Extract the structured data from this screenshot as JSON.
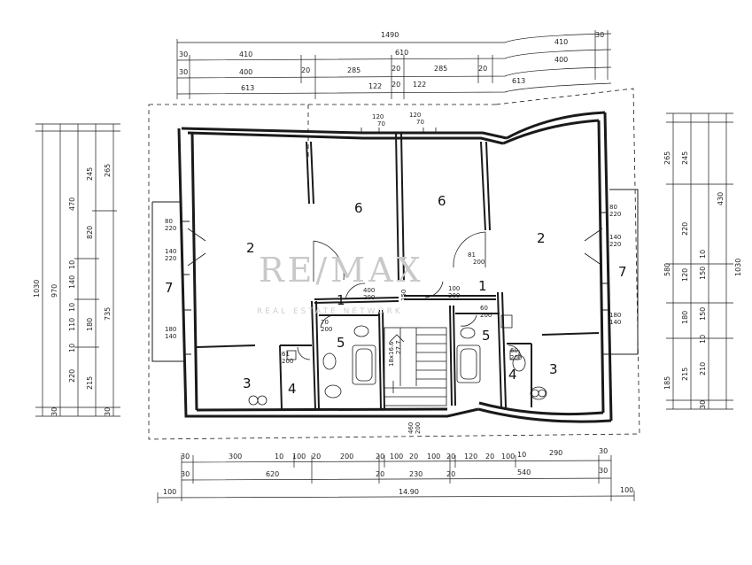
{
  "watermark": {
    "brand": "RE/MAX",
    "tagline": "REAL ESTATE NETWORK"
  },
  "dims": {
    "top_total": "1490",
    "top_l1": "30",
    "top_l2": "410",
    "top_l3": "610",
    "top_l4": "410",
    "top_l5": "30",
    "top_m1": "30",
    "top_m2": "400",
    "top_m3": "20",
    "top_m4": "285",
    "top_m5": "20",
    "top_m6": "285",
    "top_m7": "20",
    "top_m8": "400",
    "top_n1": "613",
    "top_n2": "122",
    "top_n3": "20",
    "top_n4": "122",
    "top_n5": "613",
    "left_1": "1030",
    "left_2": "970",
    "left_3": "735",
    "left_4": "265",
    "left_5": "245",
    "left_6": "470",
    "left_7": "820",
    "left_8": "10",
    "left_9": "140",
    "left_10": "10",
    "left_11": "110",
    "left_12": "180",
    "left_13": "10",
    "left_14": "220",
    "left_15": "215",
    "left_16": "30",
    "left_17": "30",
    "right_1": "1030",
    "right_2": "580",
    "right_3": "265",
    "right_4": "245",
    "right_5": "430",
    "right_6": "220",
    "right_7": "10",
    "right_8": "150",
    "right_9": "120",
    "right_10": "150",
    "right_11": "180",
    "right_12": "10",
    "right_13": "210",
    "right_14": "215",
    "right_15": "185",
    "right_16": "30",
    "bot_a1": "30",
    "bot_a2": "300",
    "bot_a3": "10",
    "bot_a4": "100",
    "bot_a5": "20",
    "bot_a6": "200",
    "bot_a7": "20",
    "bot_a8": "100",
    "bot_a9": "20",
    "bot_a10": "100",
    "bot_a11": "20",
    "bot_a12": "120",
    "bot_a13": "20",
    "bot_a14": "100",
    "bot_a15": "10",
    "bot_a16": "290",
    "bot_a17": "30",
    "bot_b1": "30",
    "bot_b2": "620",
    "bot_b3": "20",
    "bot_b4": "230",
    "bot_b5": "20",
    "bot_b6": "540",
    "bot_b7": "30",
    "bot_c1": "100",
    "bot_c2": "14.90",
    "bot_c3": "100"
  },
  "rooms": {
    "r2_left": "2",
    "r6_left": "6",
    "r6_right": "6",
    "r2_right": "2",
    "r7_left": "7",
    "r7_right": "7",
    "r1_left": "1",
    "r1_right": "1",
    "r5_left": "5",
    "r5_right": "5",
    "r3_left": "3",
    "r3_right": "3",
    "r4_left": "4",
    "r4_right": "4"
  },
  "doors": {
    "d1": "80",
    "d1b": "220",
    "d2": "140",
    "d2b": "220",
    "d3": "180",
    "d3b": "140",
    "d4": "120",
    "d4b": "70",
    "d5": "120",
    "d5b": "70",
    "d6": "80",
    "d6b": "220",
    "d7": "140",
    "d7b": "220",
    "d8": "180",
    "d8b": "140",
    "d9": "81",
    "d9b": "200",
    "d10": "400",
    "d10b": "200",
    "d11": "100",
    "d11b": "200",
    "d12": "150",
    "d13": "70",
    "d13b": "200",
    "d14": "60",
    "d14b": "200",
    "d15": "61",
    "d15b": "200",
    "d16": "18x16.6",
    "d16b": "27.7",
    "d17": "460",
    "d17b": "200",
    "d18": "60",
    "d18b": "200"
  }
}
